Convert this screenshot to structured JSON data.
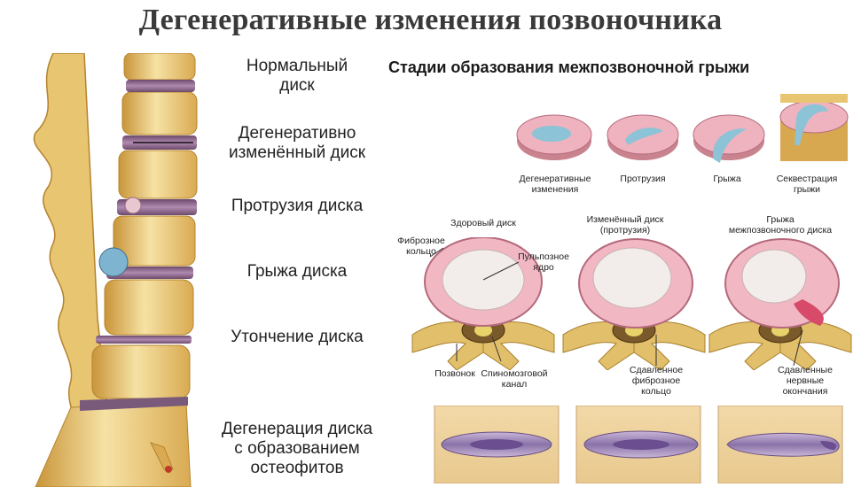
{
  "header": {
    "title": "Дегенеративные изменения позвоночника",
    "subtitle": "Стадии образования межпозвоночной грыжи"
  },
  "spine_labels": [
    {
      "line1": "Нормальный",
      "line2": "диск",
      "line3": ""
    },
    {
      "line1": "Дегенеративно",
      "line2": "изменённый диск",
      "line3": ""
    },
    {
      "line1": "Протрузия диска",
      "line2": "",
      "line3": ""
    },
    {
      "line1": "Грыжа диска",
      "line2": "",
      "line3": ""
    },
    {
      "line1": "Утончение диска",
      "line2": "",
      "line3": ""
    },
    {
      "line1": "Дегенерация диска",
      "line2": "с образованием",
      "line3": "остеофитов"
    }
  ],
  "stages": [
    {
      "line1": "Дегенеративные",
      "line2": "изменения"
    },
    {
      "line1": "Протрузия",
      "line2": ""
    },
    {
      "line1": "Грыжа",
      "line2": ""
    },
    {
      "line1": "Секвестрация",
      "line2": "грыжи"
    }
  ],
  "disc_sections": [
    {
      "title1": "Здоровый диск",
      "title2": ""
    },
    {
      "title1": "Изменённый диск",
      "title2": "(протрузия)"
    },
    {
      "title1": "Грыжа",
      "title2": "межпозвоночного диска"
    }
  ],
  "annotations": {
    "fibrous_ring": [
      "Фиброзное",
      "кольцо"
    ],
    "nucleus": [
      "Пульпозное",
      "ядро"
    ],
    "vertebra": "Позвонок",
    "spinal_canal": [
      "Спиномозговой",
      "канал"
    ],
    "compressed_ring": [
      "Сдавленное",
      "фиброзное",
      "кольцо"
    ],
    "compressed_nerves": [
      "Сдавленные",
      "нервные",
      "окончания"
    ]
  },
  "colors": {
    "bone": "#f0d68a",
    "bone_dark": "#c99a3c",
    "disc": "#8e5e86",
    "disc_ring": "#e8a7bb",
    "nucleus": "#f2ecea",
    "hernia": "#8cc3d6",
    "nerve": "#d8b53a"
  }
}
